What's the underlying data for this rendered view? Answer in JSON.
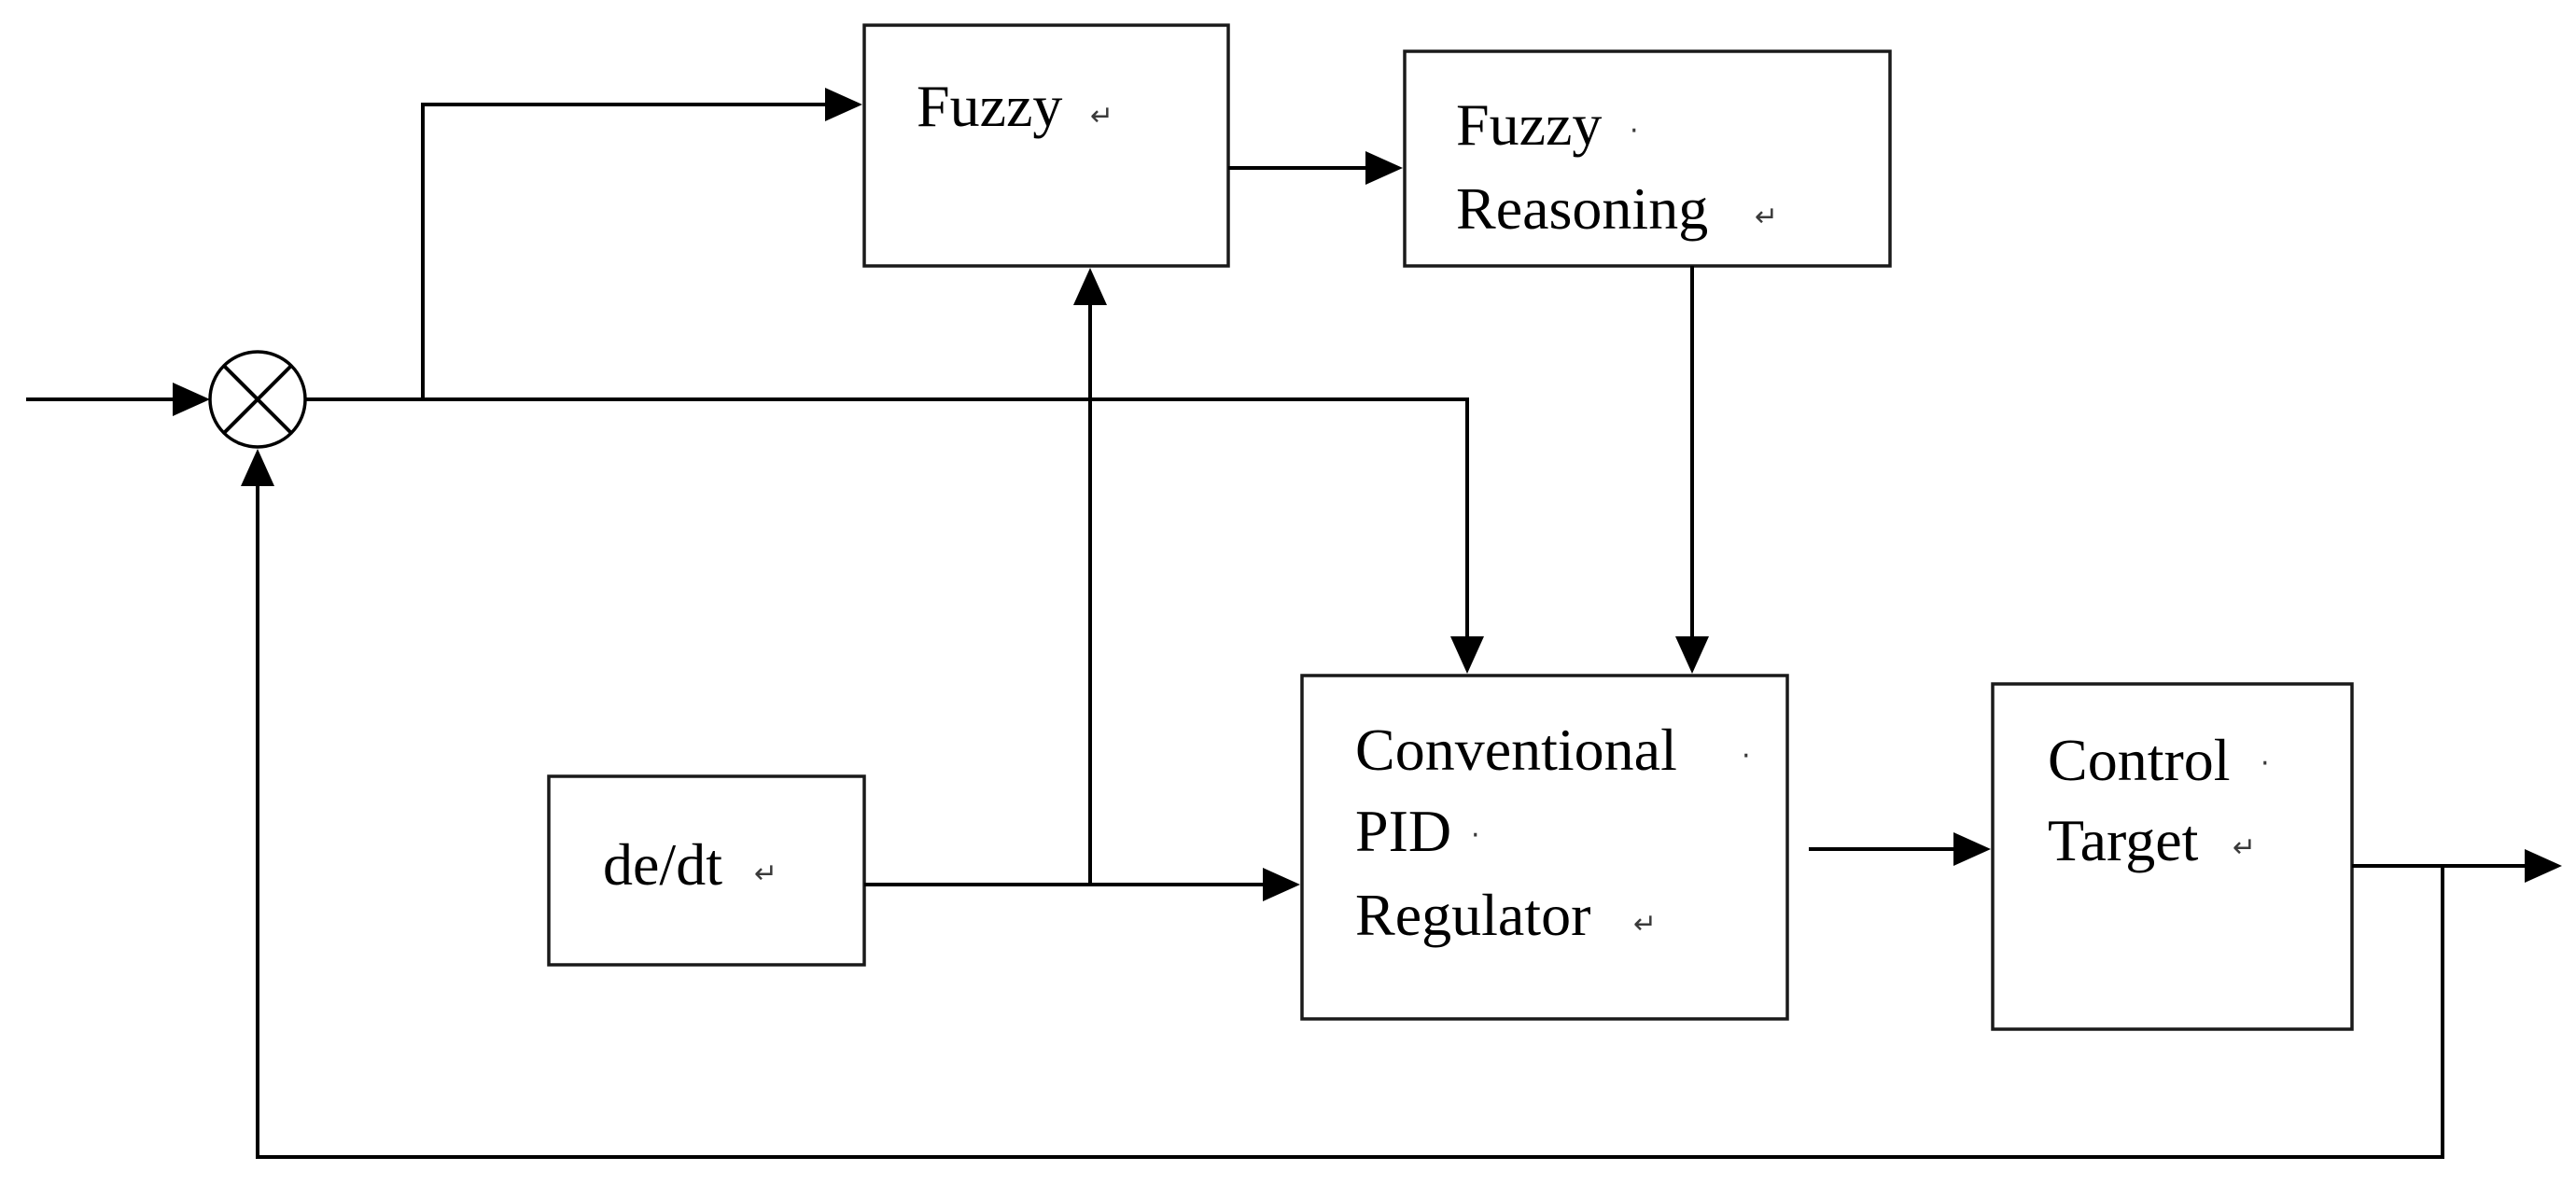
{
  "blocks": {
    "fuzzy": {
      "label": "Fuzzy"
    },
    "fuzzy_reasoning": {
      "line1": "Fuzzy",
      "line2": "Reasoning"
    },
    "de_dt": {
      "label": "de/dt"
    },
    "pid_regulator": {
      "line1": "Conventional",
      "line2": "PID",
      "line3": "Regulator"
    },
    "control_target": {
      "line1": "Control",
      "line2": "Target"
    }
  },
  "marks": {
    "return": "↵",
    "space": "·"
  }
}
